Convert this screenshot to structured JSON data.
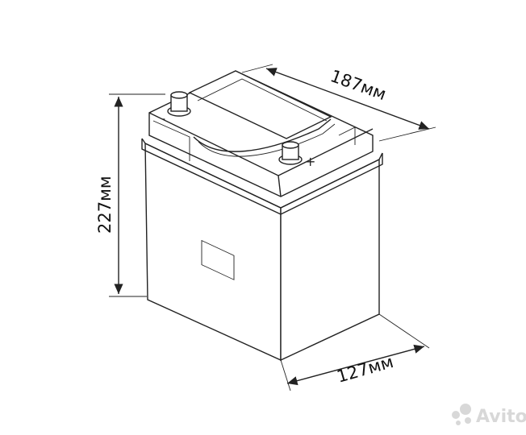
{
  "dimensions": {
    "length": "187мм",
    "height": "227мм",
    "width": "127мм"
  },
  "terminals": {
    "negative": "-",
    "positive": "+"
  },
  "watermark": "Avito"
}
